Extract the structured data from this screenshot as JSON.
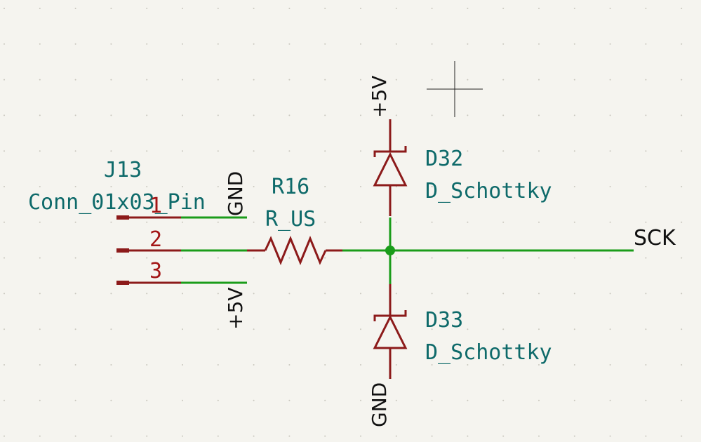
{
  "connector": {
    "reference": "J13",
    "value": "Conn_01x03_Pin",
    "pins": [
      "1",
      "2",
      "3"
    ]
  },
  "resistor": {
    "reference": "R16",
    "value": "R_US"
  },
  "diode_top": {
    "reference": "D32",
    "value": "D_Schottky"
  },
  "diode_bottom": {
    "reference": "D33",
    "value": "D_Schottky"
  },
  "power": {
    "gnd_connector": "GND",
    "vcc_connector": "+5V",
    "vcc_top": "+5V",
    "gnd_bottom": "GND"
  },
  "net_label": "SCK",
  "colors": {
    "background": "#f5f4ef",
    "wire": "#1a9c1a",
    "component": "#8c1a1a",
    "reference_text": "#0e6a6a",
    "pin_number": "#a31515",
    "junction": "#1a9c1a"
  }
}
